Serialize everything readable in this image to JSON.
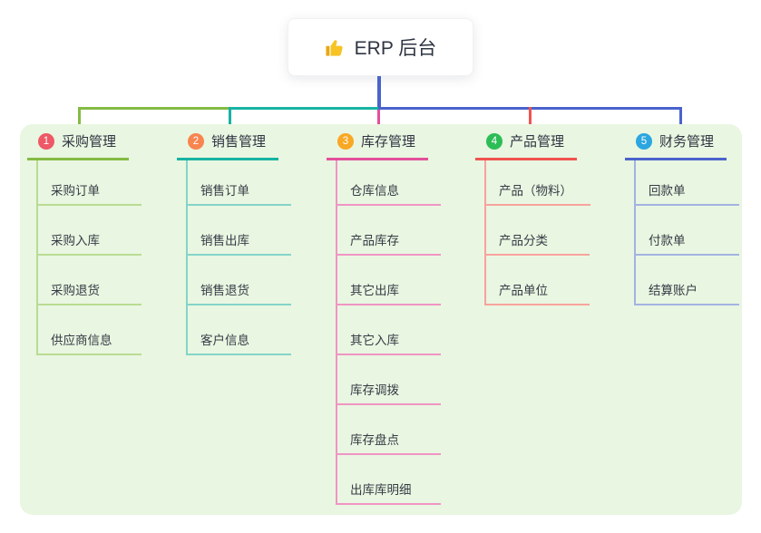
{
  "canvas": {
    "background": "#ffffff",
    "panel_background": "#e9f6e1",
    "text_color": "#2f3542"
  },
  "root": {
    "label": "ERP 后台",
    "icon": "thumbs-up-icon",
    "icon_color": "#f7c325",
    "line_color": "#4a63cc"
  },
  "branches": [
    {
      "badge": "1",
      "badge_color": "#ee5867",
      "line_color": "#84bb43",
      "light_color": "#b9dc92",
      "label": "采购管理",
      "items": [
        "采购订单",
        "采购入库",
        "采购退货",
        "供应商信息"
      ]
    },
    {
      "badge": "2",
      "badge_color": "#f8854f",
      "line_color": "#17b3a3",
      "light_color": "#84d4c8",
      "label": "销售管理",
      "items": [
        "销售订单",
        "销售出库",
        "销售退货",
        "客户信息"
      ]
    },
    {
      "badge": "3",
      "badge_color": "#f9a825",
      "line_color": "#e34f9b",
      "light_color": "#f095c4",
      "label": "库存管理",
      "items": [
        "仓库信息",
        "产品库存",
        "其它出库",
        "其它入库",
        "库存调拨",
        "库存盘点",
        "出库库明细"
      ]
    },
    {
      "badge": "4",
      "badge_color": "#2dbd57",
      "line_color": "#f0544f",
      "light_color": "#f8a39d",
      "label": "产品管理",
      "items": [
        "产品（物料）",
        "产品分类",
        "产品单位"
      ]
    },
    {
      "badge": "5",
      "badge_color": "#2ba6e0",
      "line_color": "#4a63cc",
      "light_color": "#a3b3e2",
      "label": "财务管理",
      "items": [
        "回款单",
        "付款单",
        "结算账户"
      ]
    }
  ]
}
